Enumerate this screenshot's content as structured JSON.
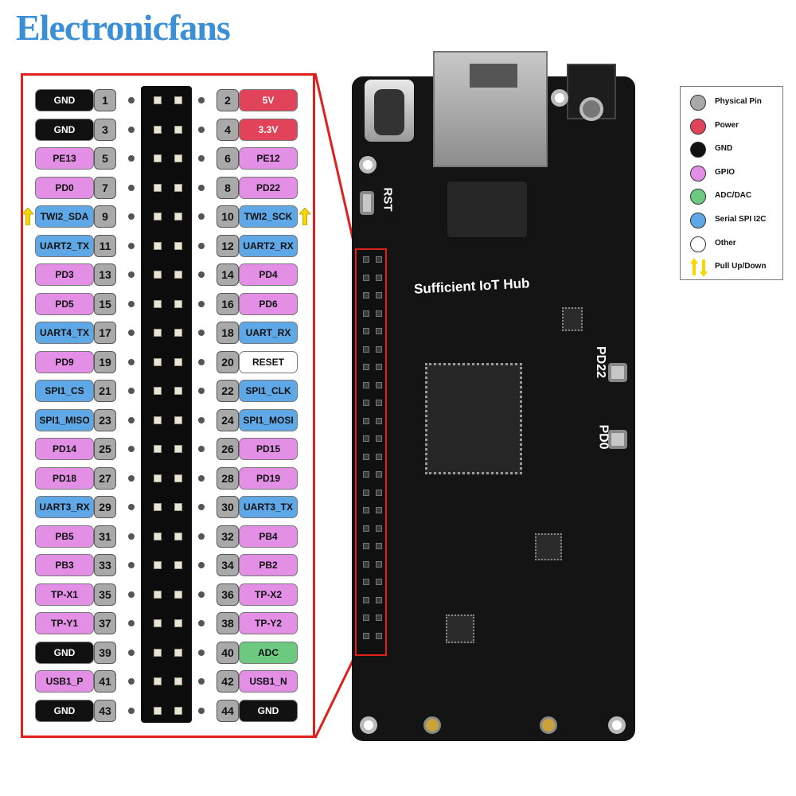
{
  "brand": "Electronicfans",
  "board": {
    "title": "Sufficient IoT Hub",
    "rst_label": "RST",
    "button_labels": [
      "PD22",
      "PD0"
    ]
  },
  "legend": [
    {
      "label": "Physical Pin",
      "color": "#a9a9a9",
      "kind": "swatch"
    },
    {
      "label": "Power",
      "color": "#e0435a",
      "kind": "swatch"
    },
    {
      "label": "GND",
      "color": "#111111",
      "kind": "swatch"
    },
    {
      "label": "GPIO",
      "color": "#e38fe6",
      "kind": "swatch"
    },
    {
      "label": "ADC/DAC",
      "color": "#6cc97f",
      "kind": "swatch"
    },
    {
      "label": "Serial SPI I2C",
      "color": "#5fa8e8",
      "kind": "swatch"
    },
    {
      "label": "Other",
      "color": "#ffffff",
      "kind": "swatch"
    },
    {
      "label": "Pull Up/Down",
      "color": "#f5d800",
      "kind": "arrow"
    }
  ],
  "pins": [
    {
      "left": {
        "num": "1",
        "label": "GND",
        "kind": "gnd"
      },
      "right": {
        "num": "2",
        "label": "5V",
        "kind": "power"
      }
    },
    {
      "left": {
        "num": "3",
        "label": "GND",
        "kind": "gnd"
      },
      "right": {
        "num": "4",
        "label": "3.3V",
        "kind": "power"
      }
    },
    {
      "left": {
        "num": "5",
        "label": "PE13",
        "kind": "gpio"
      },
      "right": {
        "num": "6",
        "label": "PE12",
        "kind": "gpio"
      }
    },
    {
      "left": {
        "num": "7",
        "label": "PD0",
        "kind": "gpio"
      },
      "right": {
        "num": "8",
        "label": "PD22",
        "kind": "gpio"
      }
    },
    {
      "left": {
        "num": "9",
        "label": "TWI2_SDA",
        "kind": "serial",
        "pull": true
      },
      "right": {
        "num": "10",
        "label": "TWI2_SCK",
        "kind": "serial",
        "pull": true
      }
    },
    {
      "left": {
        "num": "11",
        "label": "UART2_TX",
        "kind": "serial"
      },
      "right": {
        "num": "12",
        "label": "UART2_RX",
        "kind": "serial"
      }
    },
    {
      "left": {
        "num": "13",
        "label": "PD3",
        "kind": "gpio"
      },
      "right": {
        "num": "14",
        "label": "PD4",
        "kind": "gpio"
      }
    },
    {
      "left": {
        "num": "15",
        "label": "PD5",
        "kind": "gpio"
      },
      "right": {
        "num": "16",
        "label": "PD6",
        "kind": "gpio"
      }
    },
    {
      "left": {
        "num": "17",
        "label": "UART4_TX",
        "kind": "serial"
      },
      "right": {
        "num": "18",
        "label": "UART_RX",
        "kind": "serial"
      }
    },
    {
      "left": {
        "num": "19",
        "label": "PD9",
        "kind": "gpio"
      },
      "right": {
        "num": "20",
        "label": "RESET",
        "kind": "other"
      }
    },
    {
      "left": {
        "num": "21",
        "label": "SPI1_CS",
        "kind": "serial"
      },
      "right": {
        "num": "22",
        "label": "SPI1_CLK",
        "kind": "serial"
      }
    },
    {
      "left": {
        "num": "23",
        "label": "SPI1_MISO",
        "kind": "serial"
      },
      "right": {
        "num": "24",
        "label": "SPI1_MOSI",
        "kind": "serial"
      }
    },
    {
      "left": {
        "num": "25",
        "label": "PD14",
        "kind": "gpio"
      },
      "right": {
        "num": "26",
        "label": "PD15",
        "kind": "gpio"
      }
    },
    {
      "left": {
        "num": "27",
        "label": "PD18",
        "kind": "gpio"
      },
      "right": {
        "num": "28",
        "label": "PD19",
        "kind": "gpio"
      }
    },
    {
      "left": {
        "num": "29",
        "label": "UART3_RX",
        "kind": "serial"
      },
      "right": {
        "num": "30",
        "label": "UART3_TX",
        "kind": "serial"
      }
    },
    {
      "left": {
        "num": "31",
        "label": "PB5",
        "kind": "gpio"
      },
      "right": {
        "num": "32",
        "label": "PB4",
        "kind": "gpio"
      }
    },
    {
      "left": {
        "num": "33",
        "label": "PB3",
        "kind": "gpio"
      },
      "right": {
        "num": "34",
        "label": "PB2",
        "kind": "gpio"
      }
    },
    {
      "left": {
        "num": "35",
        "label": "TP-X1",
        "kind": "gpio"
      },
      "right": {
        "num": "36",
        "label": "TP-X2",
        "kind": "gpio"
      }
    },
    {
      "left": {
        "num": "37",
        "label": "TP-Y1",
        "kind": "gpio"
      },
      "right": {
        "num": "38",
        "label": "TP-Y2",
        "kind": "gpio"
      }
    },
    {
      "left": {
        "num": "39",
        "label": "GND",
        "kind": "gnd"
      },
      "right": {
        "num": "40",
        "label": "ADC",
        "kind": "adc"
      }
    },
    {
      "left": {
        "num": "41",
        "label": "USB1_P",
        "kind": "gpio"
      },
      "right": {
        "num": "42",
        "label": "USB1_N",
        "kind": "gpio"
      }
    },
    {
      "left": {
        "num": "43",
        "label": "GND",
        "kind": "gnd"
      },
      "right": {
        "num": "44",
        "label": "GND",
        "kind": "gnd"
      }
    }
  ]
}
